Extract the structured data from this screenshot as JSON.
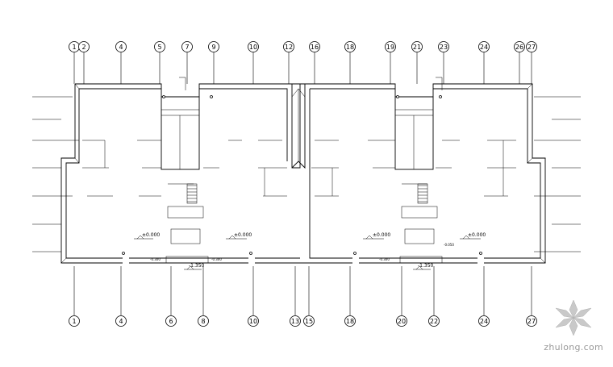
{
  "top_axes": [
    "1",
    "2",
    "4",
    "5",
    "7",
    "9",
    "10",
    "12",
    "16",
    "18",
    "19",
    "21",
    "23",
    "24",
    "26",
    "27"
  ],
  "bottom_axes": [
    "1",
    "4",
    "6",
    "8",
    "10",
    "13",
    "15",
    "18",
    "20",
    "22",
    "24",
    "27"
  ],
  "levels": {
    "ground": "±0.000",
    "entry": "-0.300",
    "entry_b": "-0.050",
    "step": "-1.350"
  },
  "watermark": {
    "text": "zhulong.com",
    "logo": "snowflake-logo"
  }
}
